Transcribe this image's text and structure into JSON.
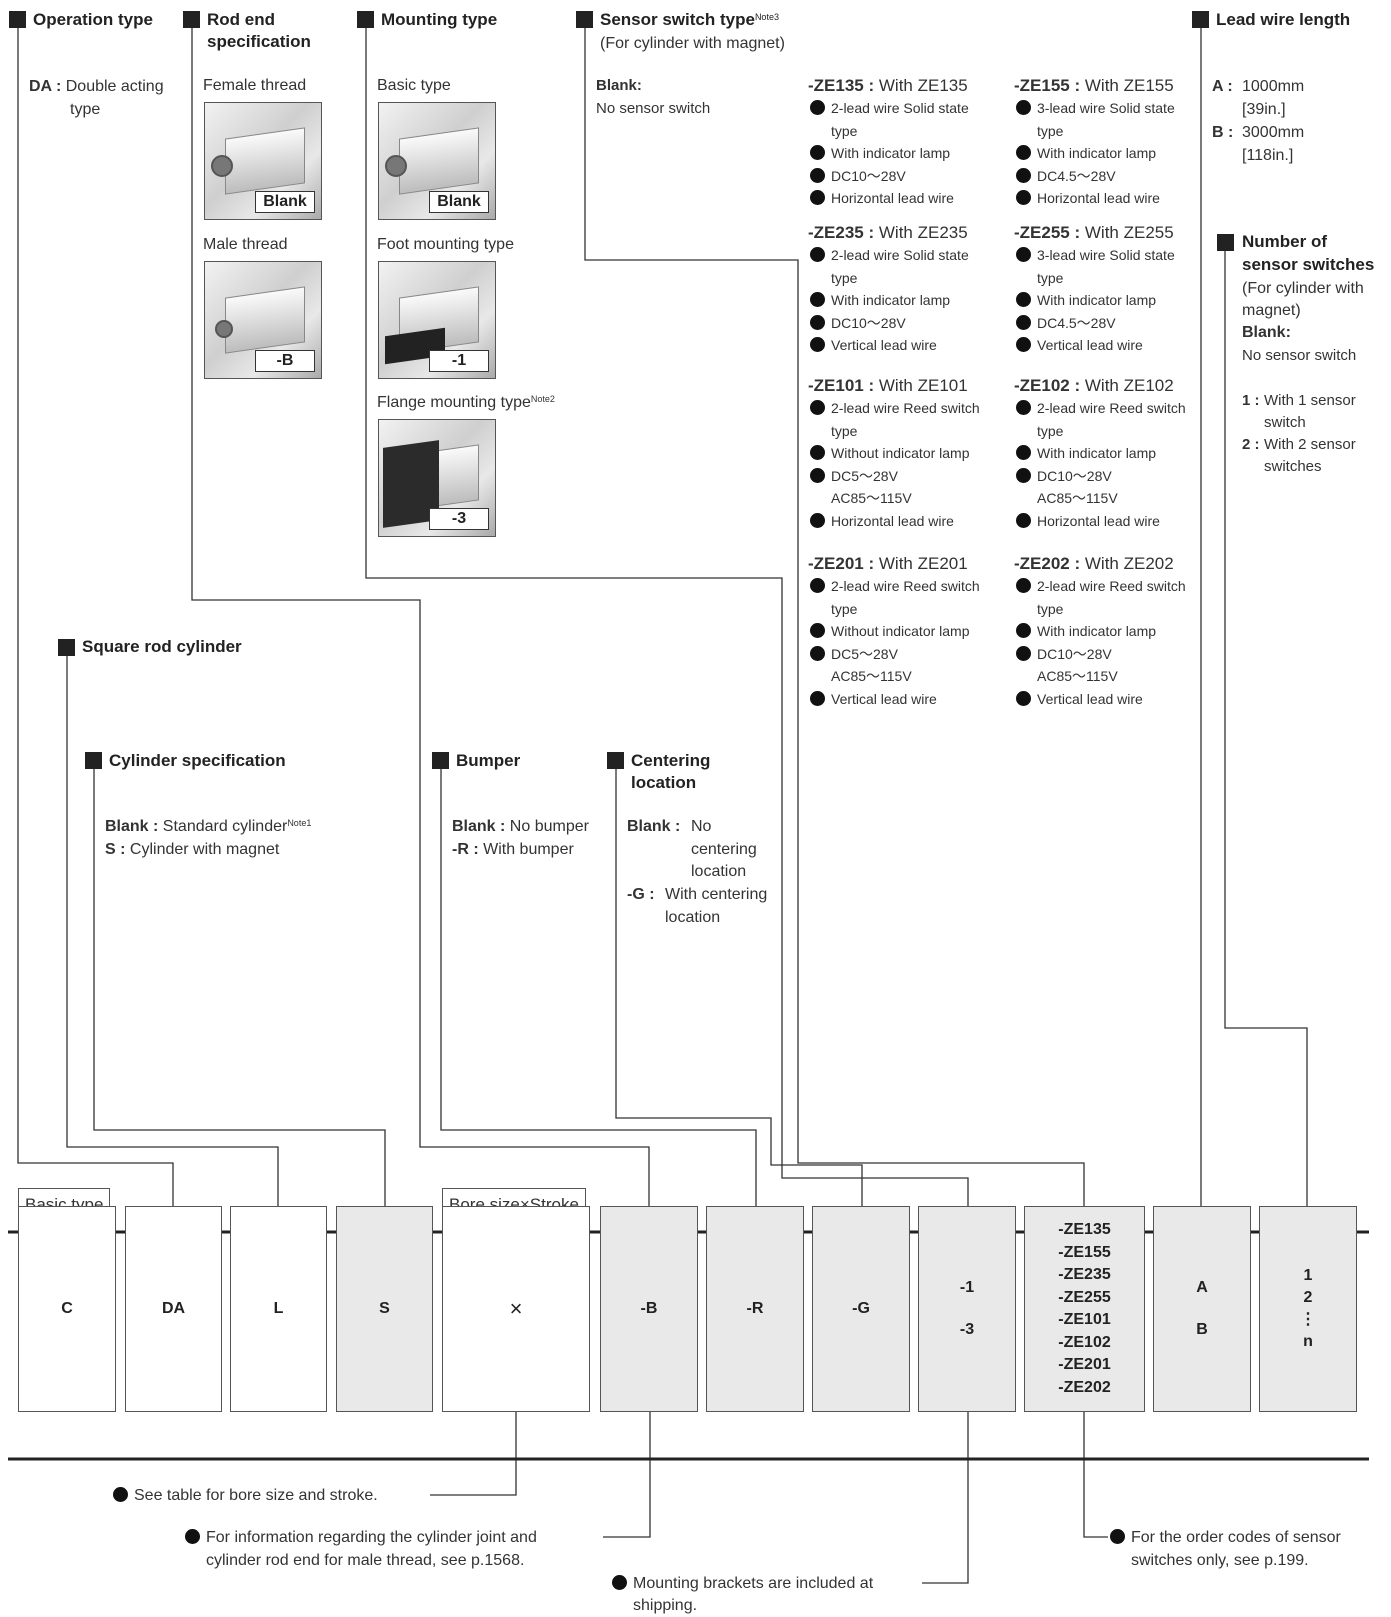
{
  "headers": {
    "operation_type": "Operation type",
    "rod_end_1": "Rod end",
    "rod_end_2": "specification",
    "mounting_type": "Mounting type",
    "sensor_switch_type": "Sensor switch type",
    "sensor_note": "Note3",
    "sensor_sub": "(For cylinder with magnet)",
    "lead_wire_length": "Lead wire length",
    "square_rod": "Square rod cylinder",
    "cylinder_spec": "Cylinder specification",
    "bumper": "Bumper",
    "centering_1": "Centering",
    "centering_2": "location",
    "num_sw_1": "Number of",
    "num_sw_2": "sensor switches",
    "num_sw_3": "(For cylinder with",
    "num_sw_4": "magnet)"
  },
  "operation": {
    "code": "DA :",
    "text1": "Double acting",
    "text2": "type"
  },
  "rod_end": {
    "female": "Female thread",
    "female_tag": "Blank",
    "male": "Male thread",
    "male_tag": "-B"
  },
  "mounting": {
    "basic": "Basic type",
    "basic_tag": "Blank",
    "foot": "Foot mounting type",
    "foot_tag": "-1",
    "flange": "Flange mounting type",
    "flange_note": "Note2",
    "flange_tag": "-3"
  },
  "sensor": {
    "blank_code": "Blank:",
    "blank_text": "No sensor switch",
    "groups": [
      {
        "code": "-ZE135 :",
        "with": "With ZE135",
        "lines": [
          "2-lead wire Solid state",
          "type",
          "With indicator lamp",
          "DC10～28V",
          "Horizontal lead wire"
        ],
        "bullets": [
          true,
          false,
          true,
          true,
          true
        ]
      },
      {
        "code": "-ZE155 :",
        "with": "With ZE155",
        "lines": [
          "3-lead wire Solid state",
          "type",
          "With indicator lamp",
          "DC4.5～28V",
          "Horizontal lead wire"
        ],
        "bullets": [
          true,
          false,
          true,
          true,
          true
        ]
      },
      {
        "code": "-ZE235 :",
        "with": "With ZE235",
        "lines": [
          "2-lead wire Solid state",
          "type",
          "With indicator lamp",
          "DC10～28V",
          "Vertical lead wire"
        ],
        "bullets": [
          true,
          false,
          true,
          true,
          true
        ]
      },
      {
        "code": "-ZE255 :",
        "with": "With ZE255",
        "lines": [
          "3-lead wire Solid state",
          "type",
          "With indicator lamp",
          "DC4.5～28V",
          "Vertical lead wire"
        ],
        "bullets": [
          true,
          false,
          true,
          true,
          true
        ]
      },
      {
        "code": "-ZE101 :",
        "with": "With ZE101",
        "lines": [
          "2-lead wire Reed switch",
          "type",
          "Without indicator lamp",
          "DC5～28V",
          "AC85～115V",
          "Horizontal lead wire"
        ],
        "bullets": [
          true,
          false,
          true,
          true,
          false,
          true
        ]
      },
      {
        "code": "-ZE102 :",
        "with": "With ZE102",
        "lines": [
          "2-lead wire Reed switch",
          "type",
          "With indicator lamp",
          "DC10～28V",
          "AC85～115V",
          "Horizontal lead wire"
        ],
        "bullets": [
          true,
          false,
          true,
          true,
          false,
          true
        ]
      },
      {
        "code": "-ZE201 :",
        "with": "With ZE201",
        "lines": [
          "2-lead wire Reed switch",
          "type",
          "Without indicator lamp",
          "DC5～28V",
          "AC85～115V",
          "Vertical lead wire"
        ],
        "bullets": [
          true,
          false,
          true,
          true,
          false,
          true
        ]
      },
      {
        "code": "-ZE202 :",
        "with": "With ZE202",
        "lines": [
          "2-lead wire Reed switch",
          "type",
          "With indicator lamp",
          "DC10～28V",
          "AC85～115V",
          "Vertical lead wire"
        ],
        "bullets": [
          true,
          false,
          true,
          true,
          false,
          true
        ]
      }
    ]
  },
  "lead_wire": {
    "a_code": "A :",
    "a_1": "1000mm",
    "a_2": "[39in.]",
    "b_code": "B :",
    "b_1": "3000mm",
    "b_2": "[118in.]"
  },
  "num_switches": {
    "blank_code": "Blank:",
    "blank_text": "No sensor switch",
    "one_code": "1 :",
    "one_1": "With 1 sensor",
    "one_2": "switch",
    "two_code": "2 :",
    "two_1": "With 2 sensor",
    "two_2": "switches"
  },
  "cyl_spec": {
    "blank_code": "Blank :",
    "blank_text": "Standard cylinder",
    "blank_note": "Note1",
    "s_code": "S :",
    "s_text": "Cylinder with magnet"
  },
  "bumper": {
    "blank_code": "Blank :",
    "blank_text": "No bumper",
    "r_code": "-R :",
    "r_text": "With bumper"
  },
  "centering": {
    "blank_code": "Blank :",
    "blank_1": "No",
    "blank_2": "centering",
    "blank_3": "location",
    "g_code": "-G :",
    "g_1": "With centering",
    "g_2": "location"
  },
  "labels": {
    "basic_type": "Basic type",
    "bore_stroke": "Bore size×Stroke"
  },
  "cells": {
    "c": "C",
    "da": "DA",
    "l": "L",
    "s": "S",
    "x": "×",
    "b": "-B",
    "r": "-R",
    "g": "-G",
    "mount": [
      "-1",
      "-3"
    ],
    "sensors": [
      "-ZE135",
      "-ZE155",
      "-ZE235",
      "-ZE255",
      "-ZE101",
      "-ZE102",
      "-ZE201",
      "-ZE202"
    ],
    "lead": [
      "A",
      "B"
    ],
    "num": [
      "1",
      "2",
      "⋮",
      "n"
    ]
  },
  "notes": {
    "bore": "See table for bore size and stroke.",
    "male_1": "For information regarding the cylinder joint and",
    "male_2": "cylinder rod end for male thread, see p.1568.",
    "brackets_1": "Mounting brackets are included at",
    "brackets_2": "shipping.",
    "sensor_1": "For the order codes of sensor",
    "sensor_2": "switches only, see p.199."
  }
}
